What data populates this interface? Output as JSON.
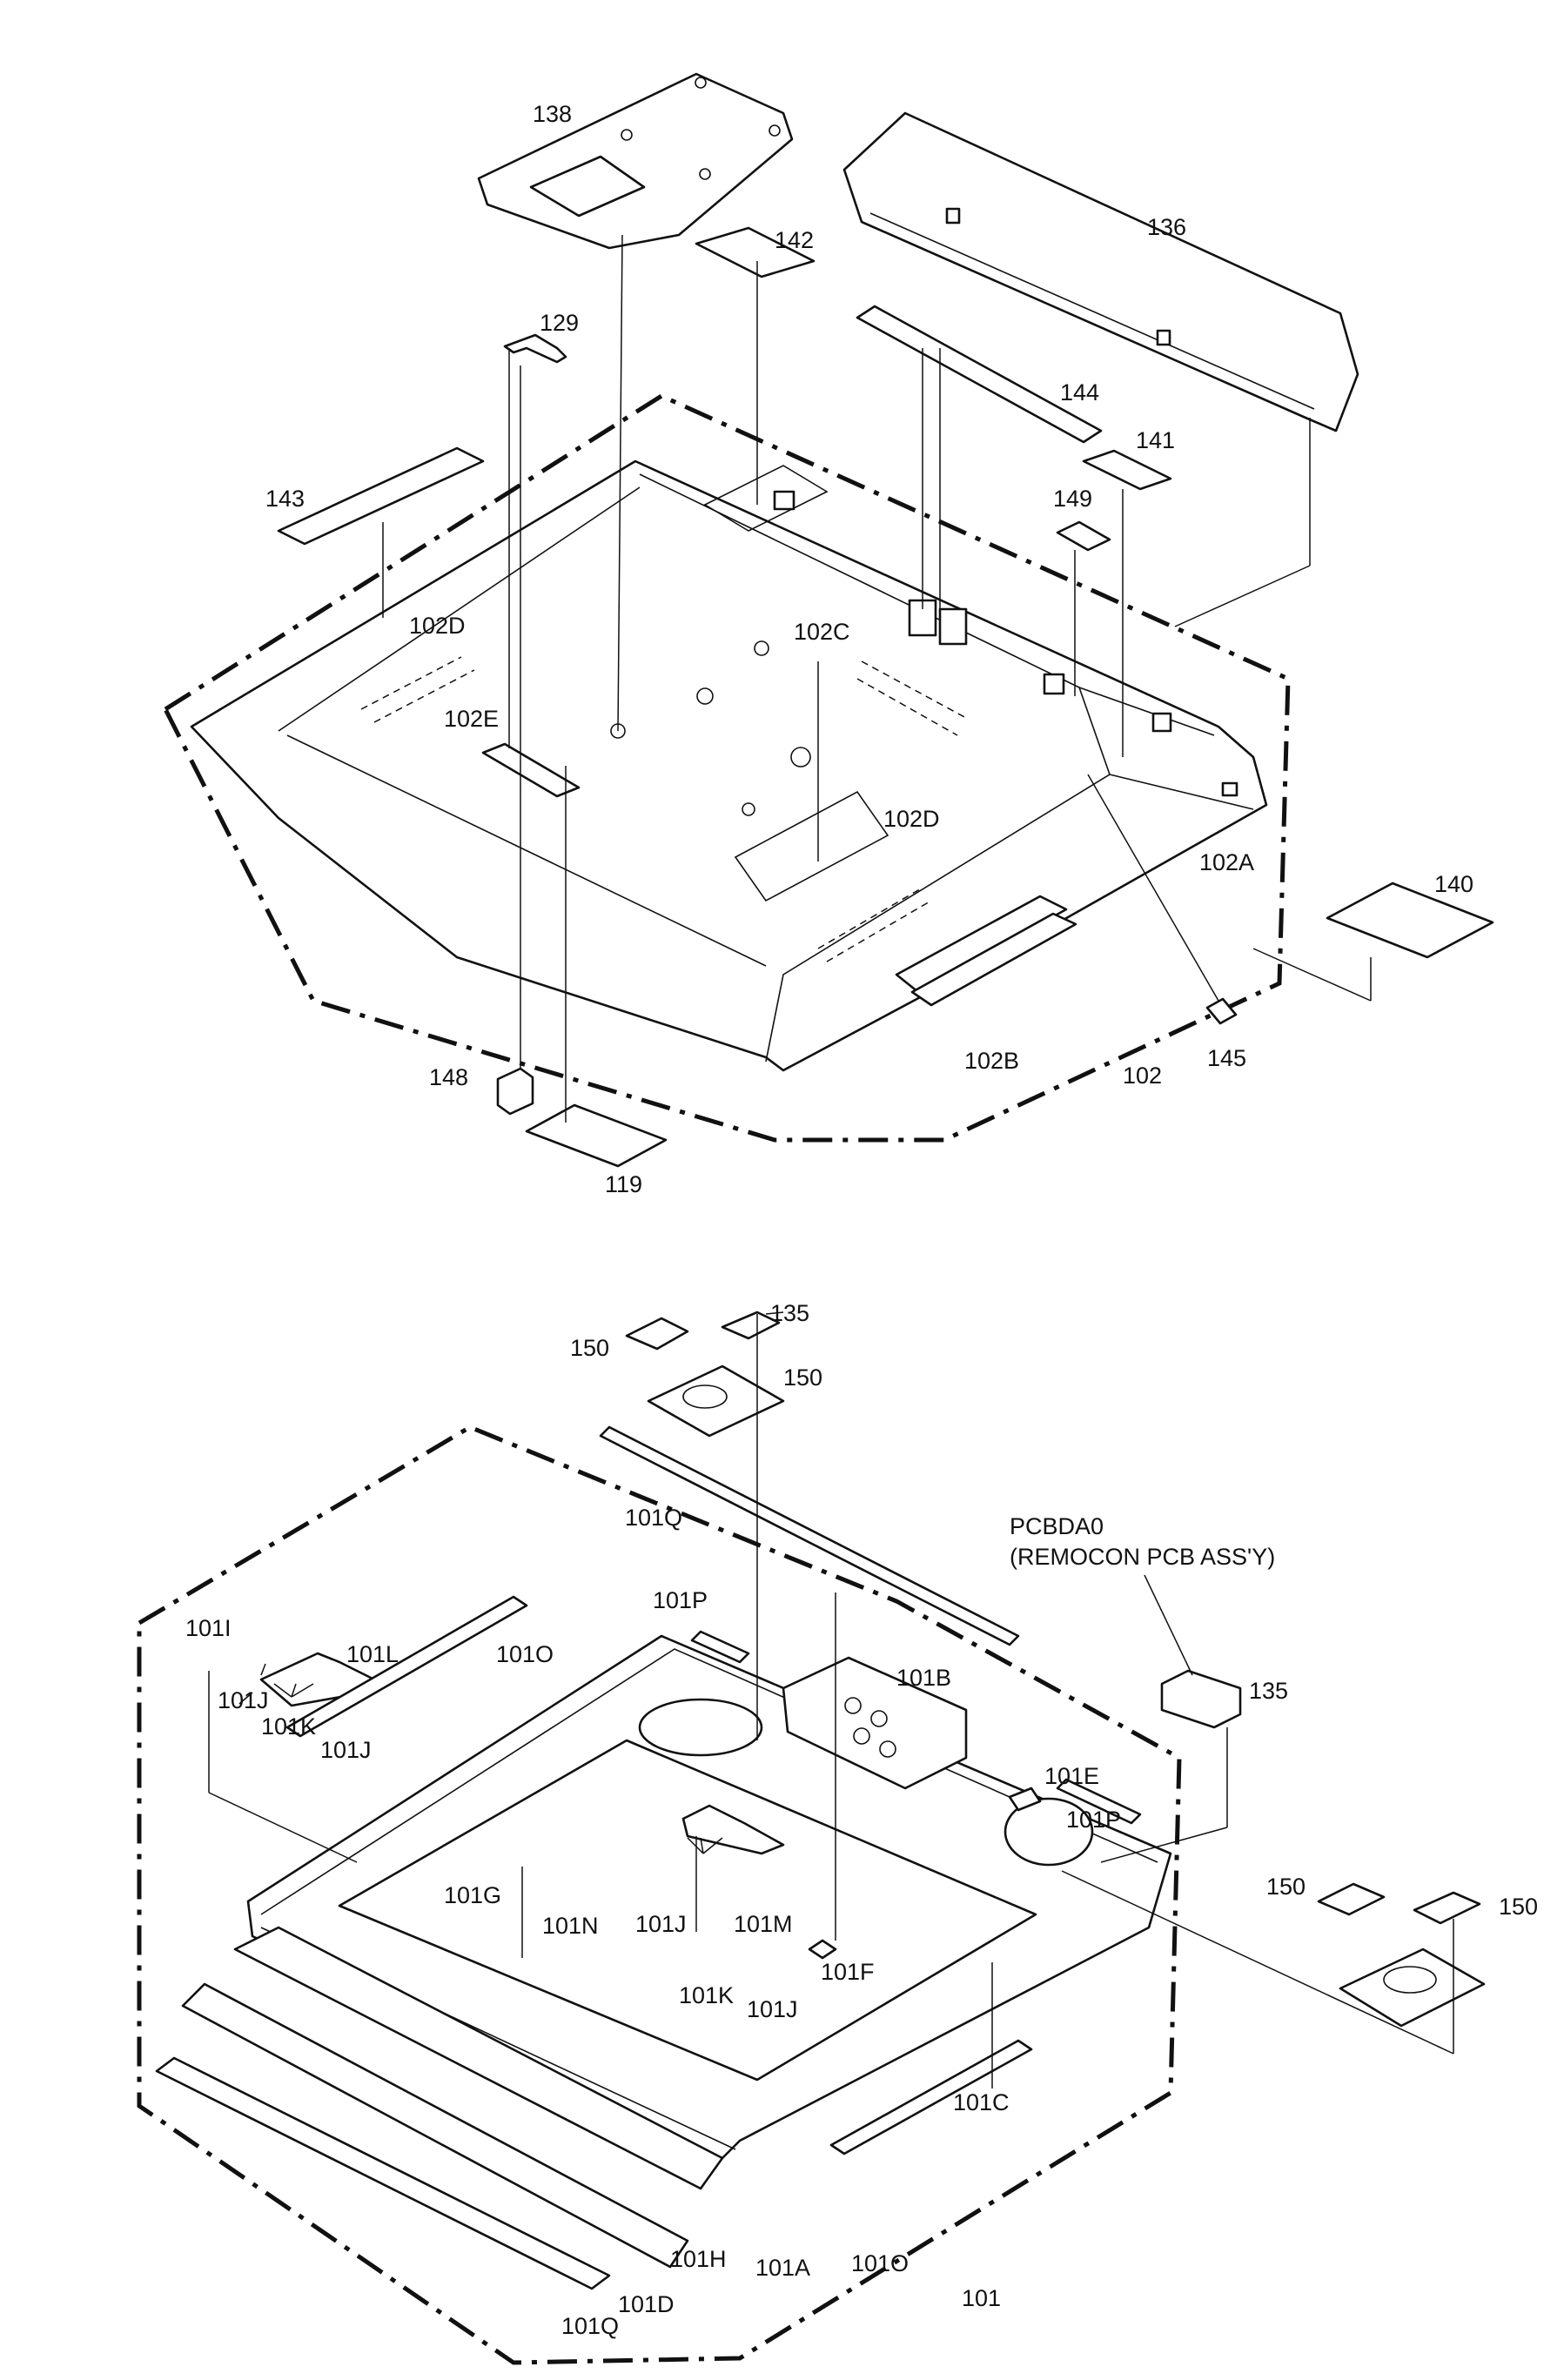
{
  "upper_assembly": {
    "labels": {
      "p138": "138",
      "p142": "142",
      "p136": "136",
      "p129": "129",
      "p144": "144",
      "p141": "141",
      "p143": "143",
      "p149": "149",
      "p102D_a": "102D",
      "p102C": "102C",
      "p102E": "102E",
      "p102D_b": "102D",
      "p102A": "102A",
      "p140": "140",
      "p148": "148",
      "p102B": "102B",
      "p102": "102",
      "p145": "145",
      "p119": "119"
    }
  },
  "lower_assembly": {
    "labels": {
      "p135_a": "135",
      "p150_a": "150",
      "p150_b": "150",
      "p101Q_a": "101Q",
      "pcb_code": "PCBDA0",
      "pcb_name": "(REMOCON PCB ASS'Y)",
      "p101P_a": "101P",
      "p101I": "101I",
      "p101L": "101L",
      "p101O_a": "101O",
      "p101J_a": "101J",
      "p101K_a": "101K",
      "p101J_b": "101J",
      "p101B": "101B",
      "p135_b": "135",
      "p101E": "101E",
      "p101P_b": "101P",
      "p150_c": "150",
      "p150_d": "150",
      "p101G": "101G",
      "p101N": "101N",
      "p101J_c": "101J",
      "p101M": "101M",
      "p101F": "101F",
      "p101K_b": "101K",
      "p101J_d": "101J",
      "p101C": "101C",
      "p101H": "101H",
      "p101A": "101A",
      "p101O_b": "101O",
      "p101": "101",
      "p101D": "101D",
      "p101Q_b": "101Q"
    }
  }
}
